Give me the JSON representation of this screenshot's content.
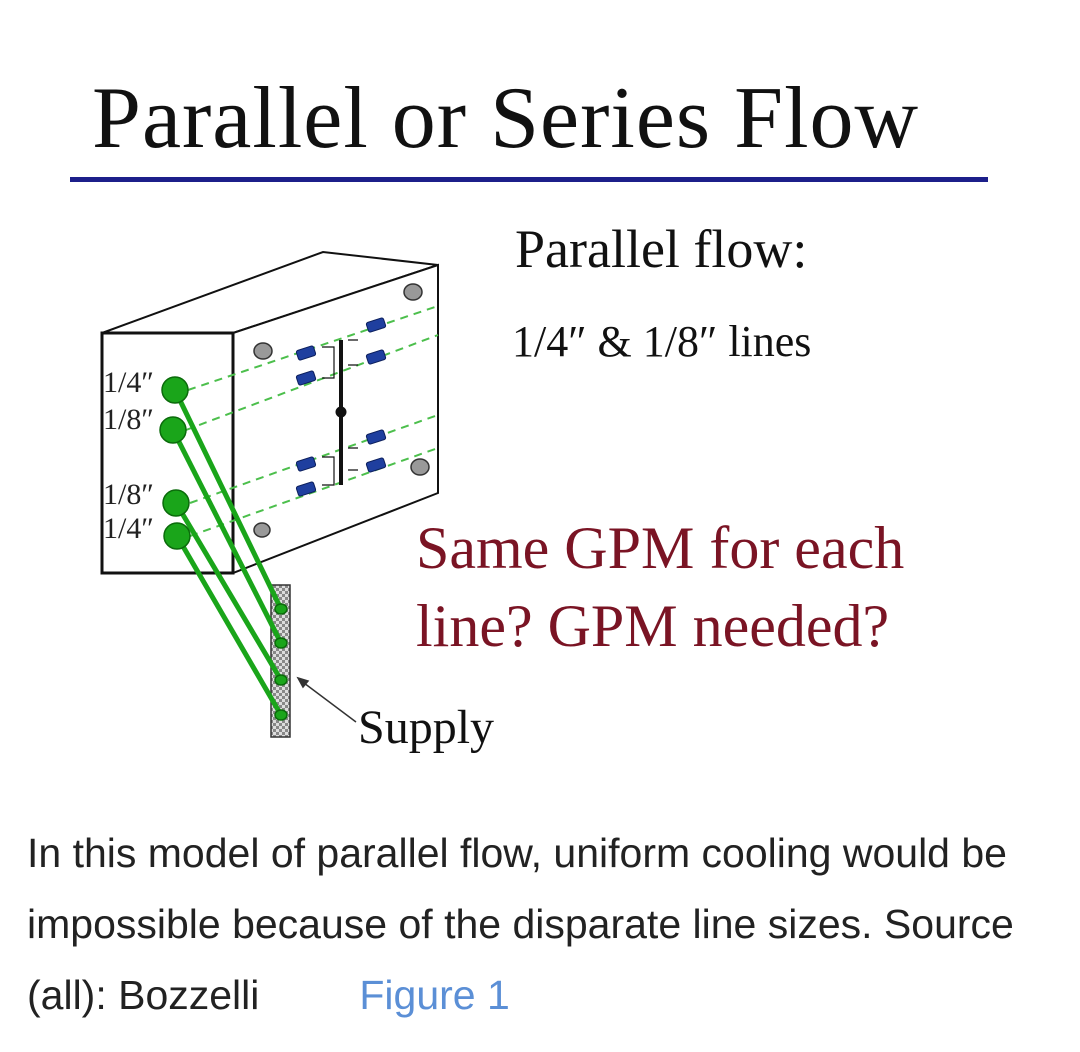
{
  "slide": {
    "title": "Parallel or Series Flow",
    "subtitle": "Parallel flow:",
    "line_sizes": "1/4″ & 1/8″  lines",
    "question_line1": "Same GPM for each",
    "question_line2": "line?  GPM needed?",
    "supply_label": "Supply",
    "port_labels": [
      "1/4″",
      "1/8″",
      "1/8″",
      "1/4″"
    ],
    "colors": {
      "underline": "#1c1f8a",
      "question": "#7a1424",
      "line": "#1aa51a",
      "connector": "#1f3f9f"
    }
  },
  "caption": {
    "text": "In this model of parallel flow, uniform cooling would be impossible because of the disparate line sizes. Source (all): Bozzelli",
    "figure_link": "Figure 1"
  }
}
